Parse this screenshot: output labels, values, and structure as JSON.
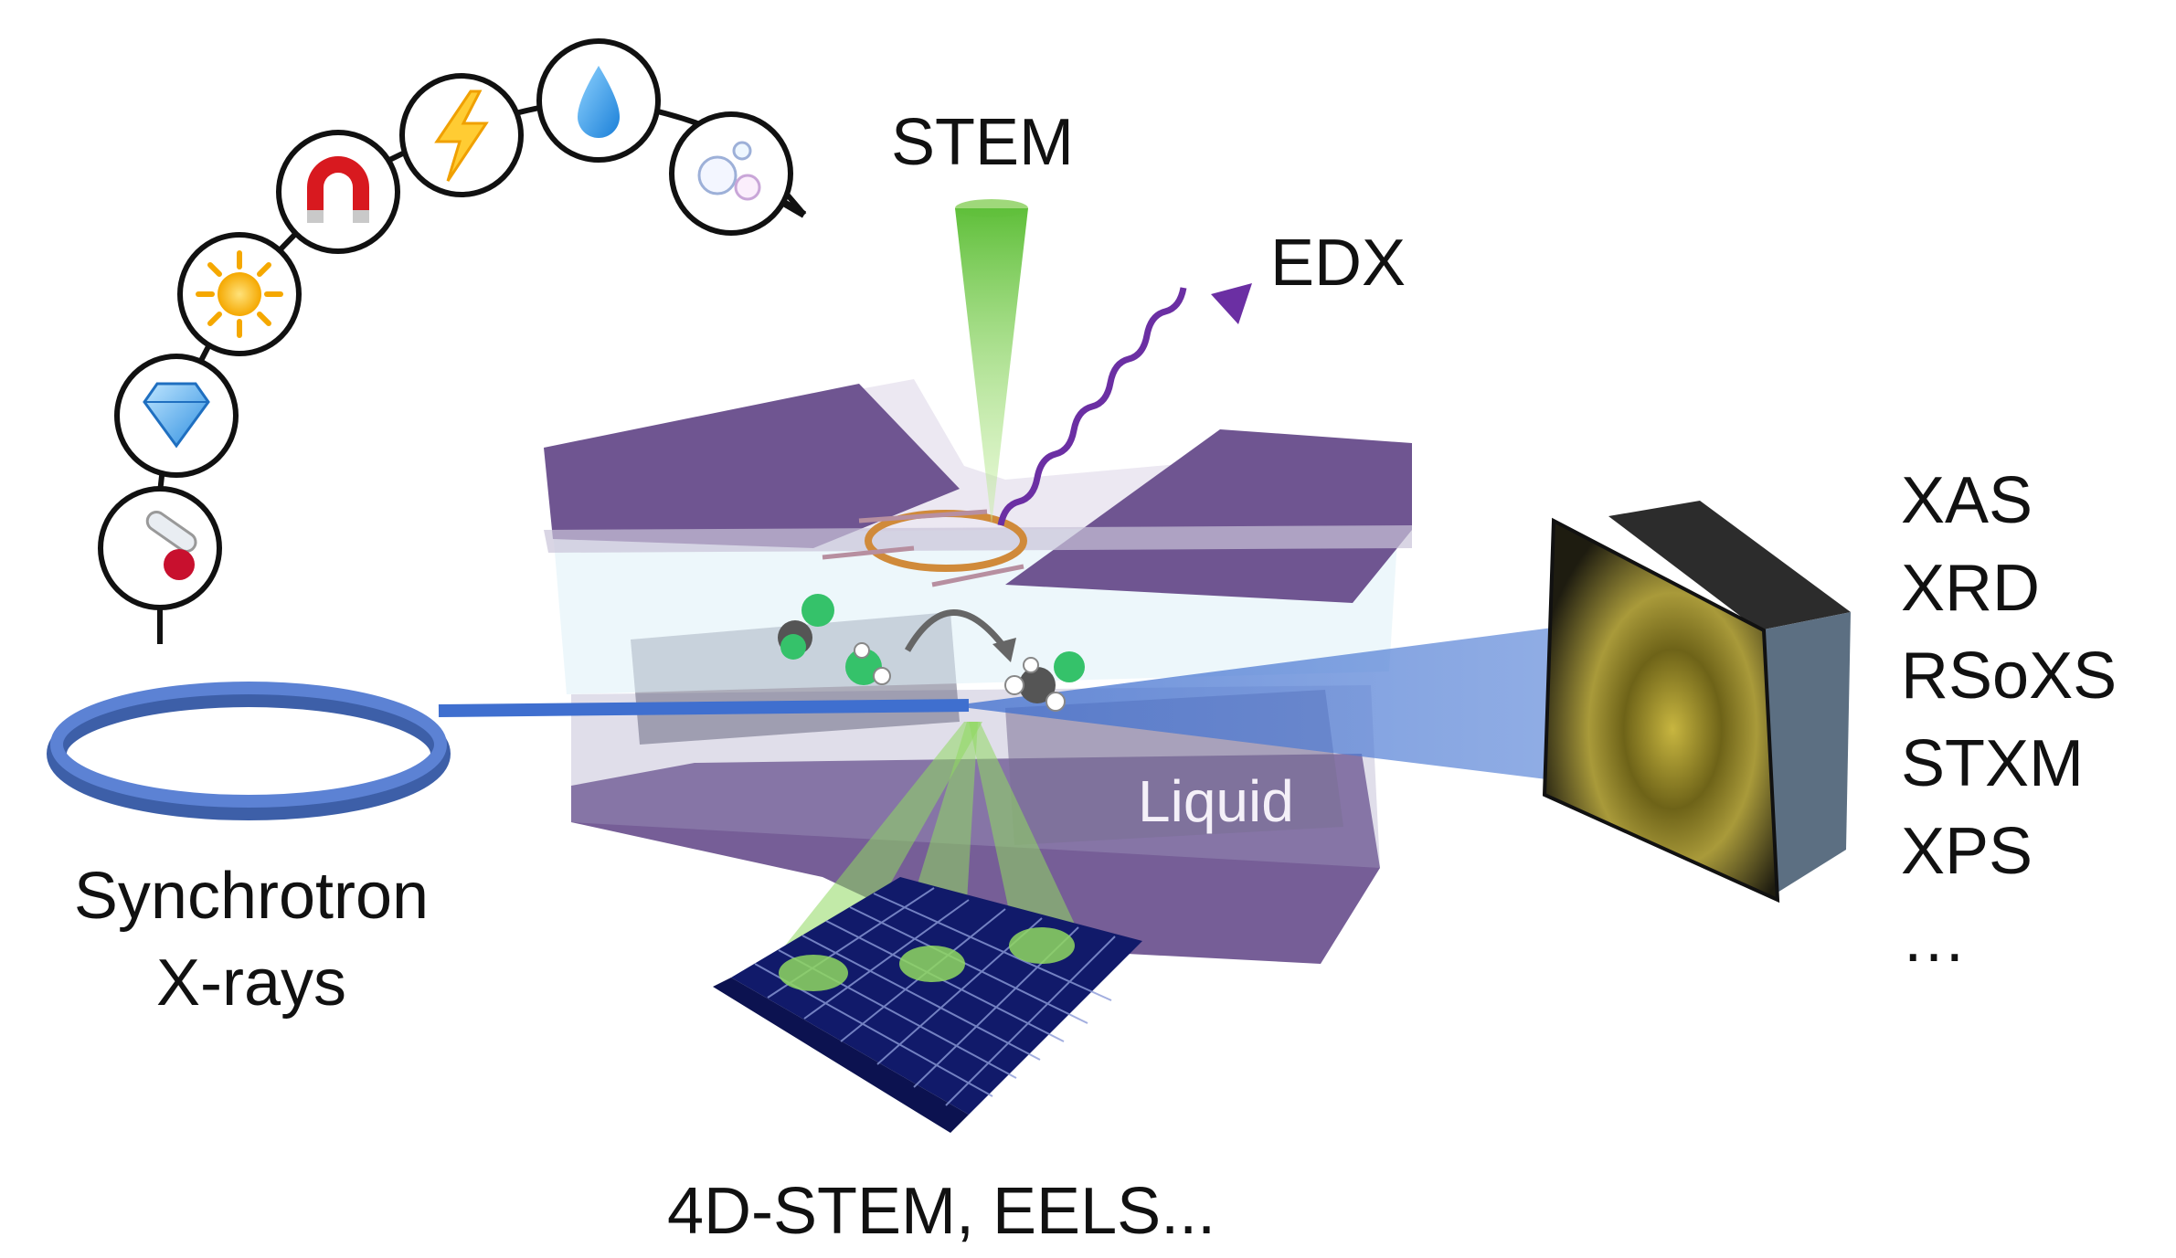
{
  "labels": {
    "stem": "STEM",
    "edx": "EDX",
    "synchrotron": "Synchrotron",
    "xrays": "X-rays",
    "liquid": "Liquid",
    "bottom": "4D-STEM, EELS..."
  },
  "techniques": [
    "XAS",
    "XRD",
    "RSoXS",
    "STXM",
    "XPS",
    "…"
  ],
  "stimuli_icons": [
    "thermometer-icon",
    "diamond-icon",
    "sun-icon",
    "magnet-icon",
    "lightning-icon",
    "water-drop-icon",
    "bubbles-icon"
  ],
  "colors": {
    "chip_purple": "#6f5591",
    "beam_blue": "#3f6fcf",
    "electron_green": "#7fcf4a",
    "edx_purple": "#6b2fa3",
    "detector_navy": "#1d2a7a"
  }
}
